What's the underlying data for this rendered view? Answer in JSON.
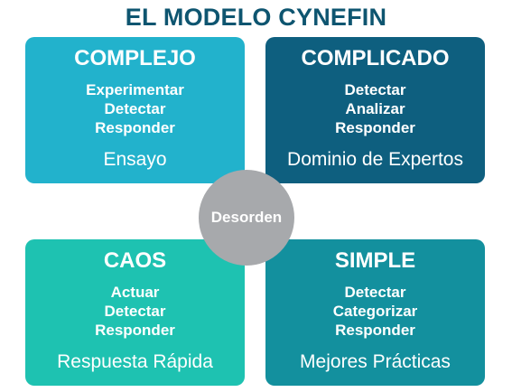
{
  "title": "EL MODELO CYNEFIN",
  "colors": {
    "title": "#0e5570",
    "complejo": "#22b2cc",
    "complicado": "#0e5f7f",
    "caos": "#1ec2b1",
    "simple": "#13909e",
    "desorden": "#a7a9ac"
  },
  "quadrants": {
    "complejo": {
      "title": "COMPLEJO",
      "steps": [
        "Experimentar",
        "Detectar",
        "Responder"
      ],
      "footer": "Ensayo"
    },
    "complicado": {
      "title": "COMPLICADO",
      "steps": [
        "Detectar",
        "Analizar",
        "Responder"
      ],
      "footer": "Dominio de Expertos"
    },
    "caos": {
      "title": "CAOS",
      "steps": [
        "Actuar",
        "Detectar",
        "Responder"
      ],
      "footer": "Respuesta Rápida"
    },
    "simple": {
      "title": "SIMPLE",
      "steps": [
        "Detectar",
        "Categorizar",
        "Responder"
      ],
      "footer": "Mejores Prácticas"
    }
  },
  "center": {
    "label": "Desorden"
  }
}
